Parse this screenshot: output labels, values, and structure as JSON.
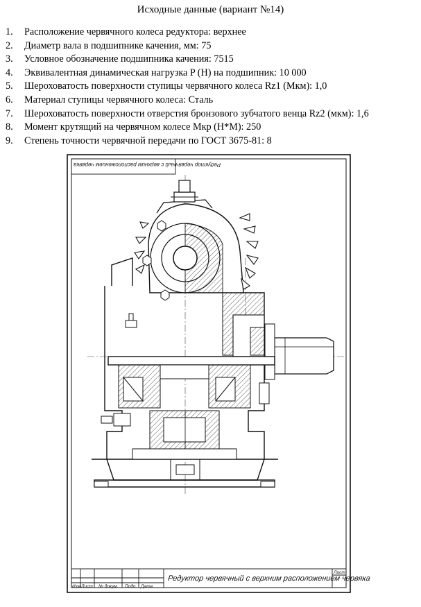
{
  "title": "Исходные данные (вариант №14)",
  "items": [
    {
      "num": "1.",
      "text": "Расположение червячного колеса редуктора: верхнее"
    },
    {
      "num": "2.",
      "text": "Диаметр вала в подшипнике качения, мм: 75"
    },
    {
      "num": "3.",
      "text": "Условное обозначение подшипника качения: 7515"
    },
    {
      "num": "4.",
      "text": "Эквивалентная динамическая нагрузка P (Н) на подшипник: 10 000"
    },
    {
      "num": "5.",
      "text": "Шероховатость поверхности ступицы червячного колеса Rz1 (Мкм): 1,0"
    },
    {
      "num": "6.",
      "text": "Материал ступицы червячного колеса: Сталь"
    },
    {
      "num": "7.",
      "text": "Шероховатость поверхности отверстия бронзового зубчатого венца Rz2 (мкм): 1,6"
    },
    {
      "num": "8.",
      "text": "Момент крутящий на червячном колесе Мкр (Н*М): 250"
    },
    {
      "num": "9.",
      "text": "Степень точности червячной передачи по ГОСТ 3675-81: 8"
    }
  ],
  "drawing": {
    "top_label": "Редуктор червячный с верхним расположением червяка",
    "stamp_title": "Редуктор червячный с верхним расположением червяка",
    "stamp_cells": [
      "Изм",
      "Лист",
      "№ докум.",
      "Подп.",
      "Дата"
    ],
    "stamp_sheet": "Лист"
  }
}
